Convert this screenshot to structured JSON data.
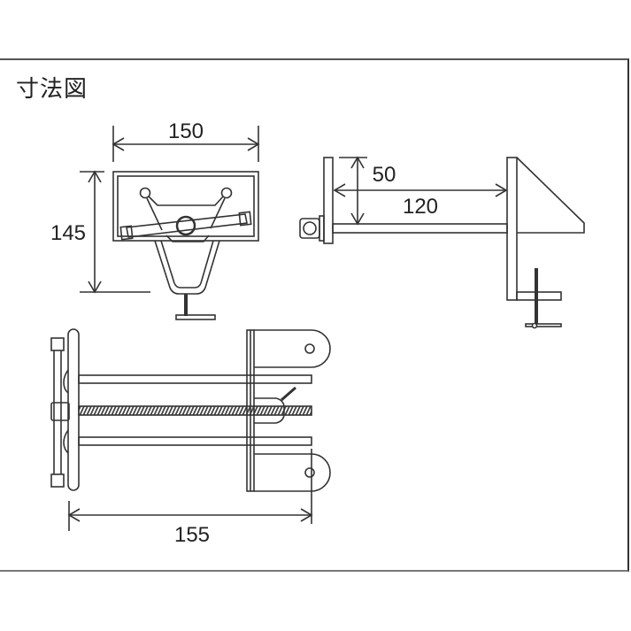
{
  "title": "寸法図",
  "views": {
    "front": {
      "width_label": "150",
      "height_label": "145"
    },
    "side": {
      "depth_label": "50",
      "length_label": "120"
    },
    "top": {
      "length_label": "155"
    }
  },
  "colors": {
    "line": "#333333",
    "background": "#ffffff",
    "frame": "#555555"
  }
}
